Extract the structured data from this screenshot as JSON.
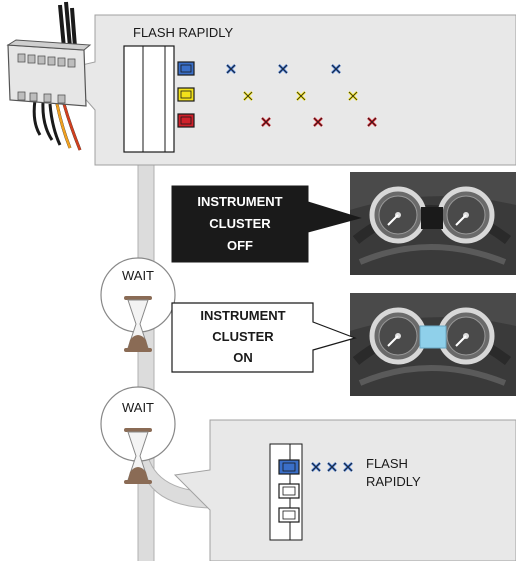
{
  "step1": {
    "label": "FLASH RAPIDLY"
  },
  "cluster_off": {
    "line1": "INSTRUMENT",
    "line2": "CLUSTER",
    "line3": "OFF"
  },
  "cluster_on": {
    "line1": "INSTRUMENT",
    "line2": "CLUSTER",
    "line3": "ON"
  },
  "wait1": {
    "label": "WAIT"
  },
  "wait2": {
    "label": "WAIT"
  },
  "step4": {
    "label_line1": "FLASH",
    "label_line2": "RAPIDLY"
  },
  "colors": {
    "blue_led": "#3a6fc8",
    "yellow_led": "#f2e21a",
    "red_led": "#d0202a",
    "panel_gray": "#e8e8e8",
    "dash_dark": "#3a3a3a",
    "screen_on": "#8fd0ea"
  }
}
